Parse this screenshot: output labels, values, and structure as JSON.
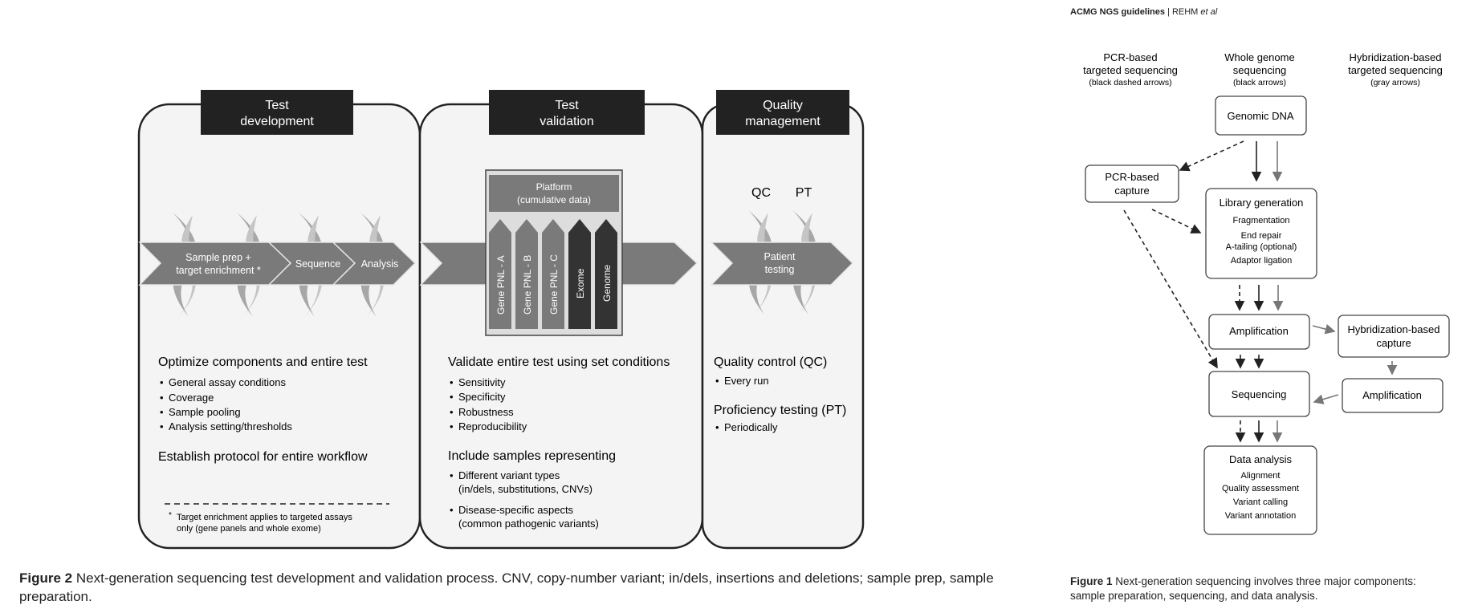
{
  "fig2": {
    "phases": [
      {
        "title_line1": "Test",
        "title_line2": "development"
      },
      {
        "title_line1": "Test",
        "title_line2": "validation"
      },
      {
        "title_line1": "Quality",
        "title_line2": "management"
      }
    ],
    "arrow_steps": {
      "sample_prep_line1": "Sample prep +",
      "sample_prep_line2": "target enrichment *",
      "sequence": "Sequence",
      "analysis": "Analysis",
      "patient_testing_line1": "Patient",
      "patient_testing_line2": "testing"
    },
    "platform": {
      "title_line1": "Platform",
      "title_line2": "(cumulative data)",
      "columns": [
        "Gene PNL - A",
        "Gene PNL - B",
        "Gene PNL - C",
        "Exome",
        "Genome"
      ]
    },
    "qc_label": "QC",
    "pt_label": "PT",
    "dev": {
      "heading1": "Optimize components and entire test",
      "bullets": [
        "General assay conditions",
        "Coverage",
        "Sample pooling",
        "Analysis setting/thresholds"
      ],
      "heading2": "Establish protocol for entire workflow",
      "footnote_line1": "Target enrichment applies to targeted assays",
      "footnote_line2": "only (gene panels and whole exome)"
    },
    "val": {
      "heading1": "Validate entire test using set conditions",
      "bullets": [
        "Sensitivity",
        "Specificity",
        "Robustness",
        "Reproducibility"
      ],
      "heading2": "Include samples representing",
      "bullet2a_line1": "Different variant types",
      "bullet2a_line2": "(in/dels, substitutions, CNVs)",
      "bullet2b_line1": "Disease-specific aspects",
      "bullet2b_line2": "(common pathogenic variants)"
    },
    "qm": {
      "heading1": "Quality control (QC)",
      "bullet1": "Every run",
      "heading2": "Proficiency testing (PT)",
      "bullet2": "Periodically"
    },
    "caption_label": "Figure 2",
    "caption_text": "Next-generation sequencing test development and validation process. CNV, copy-number variant; in/dels, insertions and deletions; sample prep, sample preparation."
  },
  "running_header": {
    "title": "ACMG NGS guidelines",
    "separator": "|",
    "authors": "REHM",
    "etal": "et al"
  },
  "fig1": {
    "col_pcr_line1": "PCR-based",
    "col_pcr_line2": "targeted sequencing",
    "col_pcr_line3": "(black dashed arrows)",
    "col_wgs_line1": "Whole genome",
    "col_wgs_line2": "sequencing",
    "col_wgs_line3": "(black arrows)",
    "col_hyb_line1": "Hybridization-based",
    "col_hyb_line2": "targeted sequencing",
    "col_hyb_line3": "(gray arrows)",
    "genomic_dna": "Genomic DNA",
    "pcr_capture_line1": "PCR-based",
    "pcr_capture_line2": "capture",
    "library_title": "Library generation",
    "library_steps": [
      "Fragmentation",
      "End repair",
      "A-tailing (optional)",
      "Adaptor ligation"
    ],
    "amplification": "Amplification",
    "hyb_capture_line1": "Hybridization-based",
    "hyb_capture_line2": "capture",
    "hyb_amplification": "Amplification",
    "sequencing": "Sequencing",
    "data_title": "Data analysis",
    "data_steps": [
      "Alignment",
      "Quality assessment",
      "Variant calling",
      "Variant annotation"
    ],
    "caption_label": "Figure 1",
    "caption_line1": "Next-generation sequencing involves three major components:",
    "caption_line2": "sample preparation, sequencing, and data analysis."
  },
  "colors": {
    "dark_box": "#222222",
    "arrow_gray": "#7a7a7a",
    "panel_fill": "#f4f4f4",
    "platform_dark": "#333333"
  }
}
